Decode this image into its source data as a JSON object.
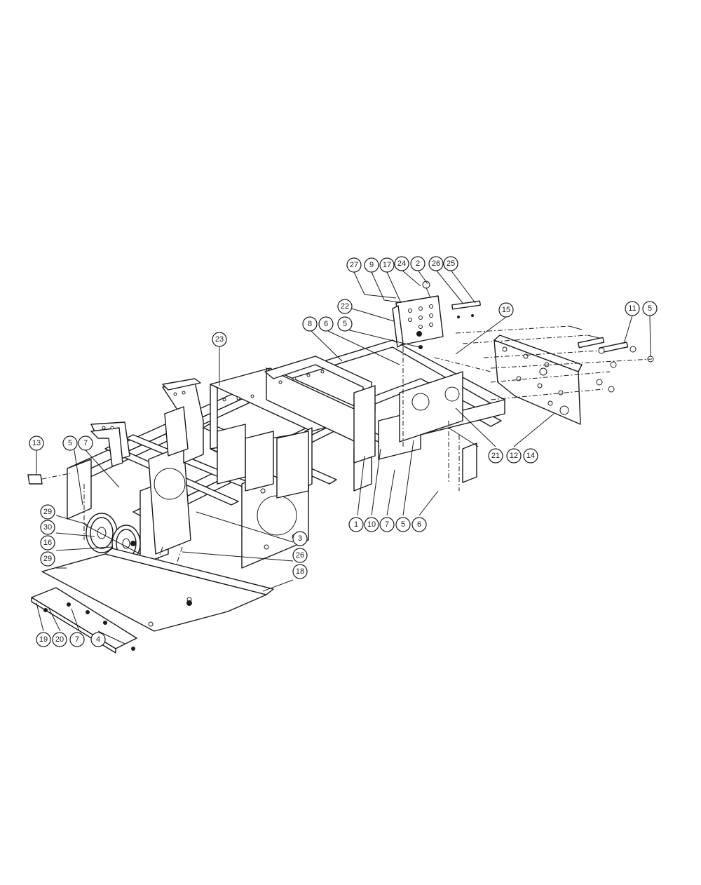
{
  "callouts": [
    {
      "id": "c27a",
      "label": "27"
    },
    {
      "id": "c9",
      "label": "9"
    },
    {
      "id": "c17",
      "label": "17"
    },
    {
      "id": "c24",
      "label": "24"
    },
    {
      "id": "c2",
      "label": "2"
    },
    {
      "id": "c26a",
      "label": "26"
    },
    {
      "id": "c25",
      "label": "25"
    },
    {
      "id": "c22",
      "label": "22"
    },
    {
      "id": "c15",
      "label": "15"
    },
    {
      "id": "c11",
      "label": "11"
    },
    {
      "id": "c5a",
      "label": "5"
    },
    {
      "id": "c8",
      "label": "8"
    },
    {
      "id": "c6a",
      "label": "6"
    },
    {
      "id": "c5b",
      "label": "5"
    },
    {
      "id": "c23",
      "label": "23"
    },
    {
      "id": "c13",
      "label": "13"
    },
    {
      "id": "c5c",
      "label": "5"
    },
    {
      "id": "c7a",
      "label": "7"
    },
    {
      "id": "c21",
      "label": "21"
    },
    {
      "id": "c12",
      "label": "12"
    },
    {
      "id": "c14",
      "label": "14"
    },
    {
      "id": "c1",
      "label": "1"
    },
    {
      "id": "c10",
      "label": "10"
    },
    {
      "id": "c7b",
      "label": "7"
    },
    {
      "id": "c5d",
      "label": "5"
    },
    {
      "id": "c6b",
      "label": "6"
    },
    {
      "id": "c29a",
      "label": "29"
    },
    {
      "id": "c30",
      "label": "30"
    },
    {
      "id": "c16",
      "label": "16"
    },
    {
      "id": "c3",
      "label": "3"
    },
    {
      "id": "c29b",
      "label": "29"
    },
    {
      "id": "c26b",
      "label": "26"
    },
    {
      "id": "c18",
      "label": "18"
    },
    {
      "id": "c19",
      "label": "19"
    },
    {
      "id": "c20",
      "label": "20"
    },
    {
      "id": "c7c",
      "label": "7"
    },
    {
      "id": "c4",
      "label": "4"
    }
  ]
}
